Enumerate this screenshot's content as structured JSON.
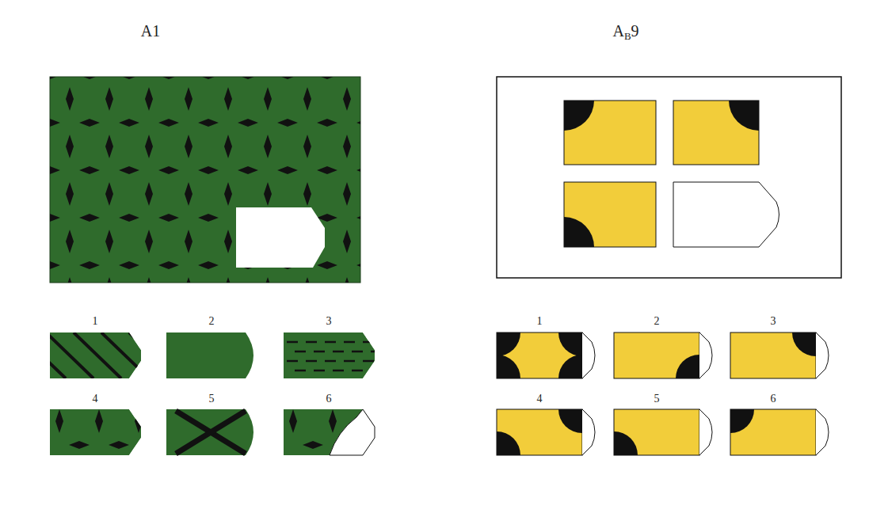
{
  "diagram": {
    "labels": [
      "A1",
      "1",
      "2",
      "3",
      "4",
      "5",
      "6",
      "A",
      "B",
      "9",
      "1",
      "2",
      "3",
      "4",
      "5",
      "6"
    ]
  }
}
